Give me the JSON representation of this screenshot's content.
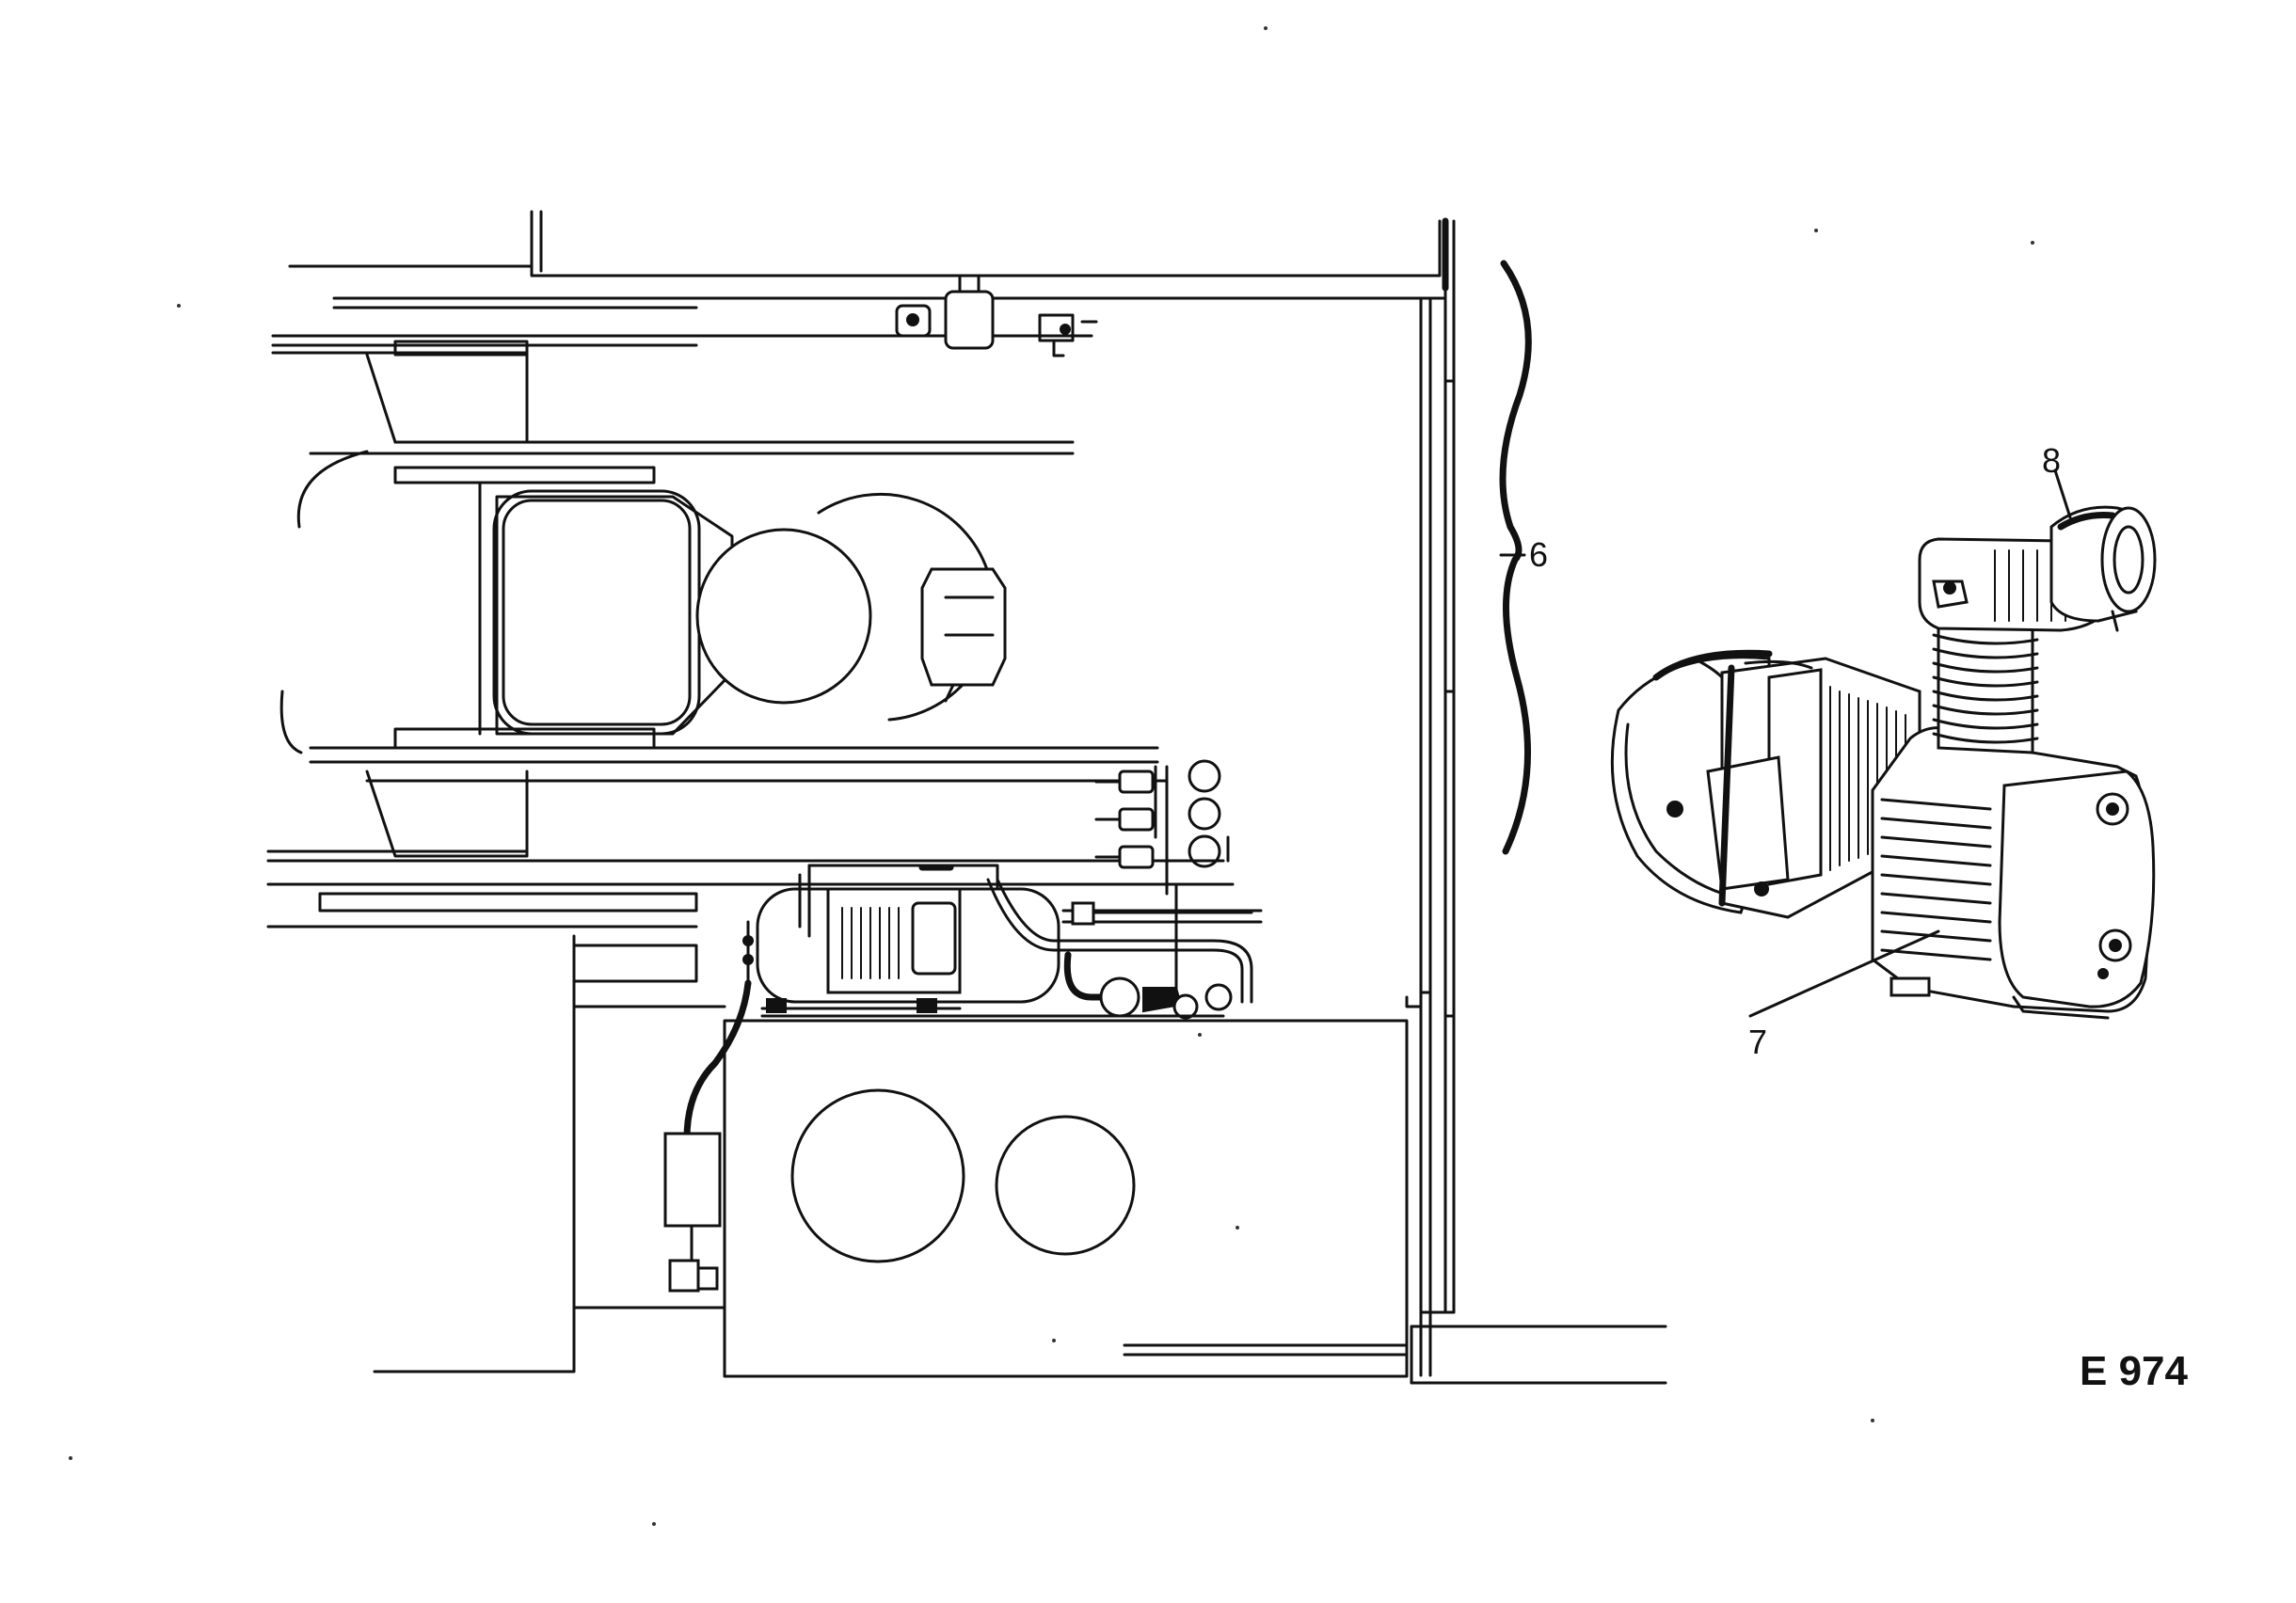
{
  "callouts": {
    "item_6": "6",
    "item_7": "7",
    "item_8": "8"
  },
  "figure_code": "E 974"
}
